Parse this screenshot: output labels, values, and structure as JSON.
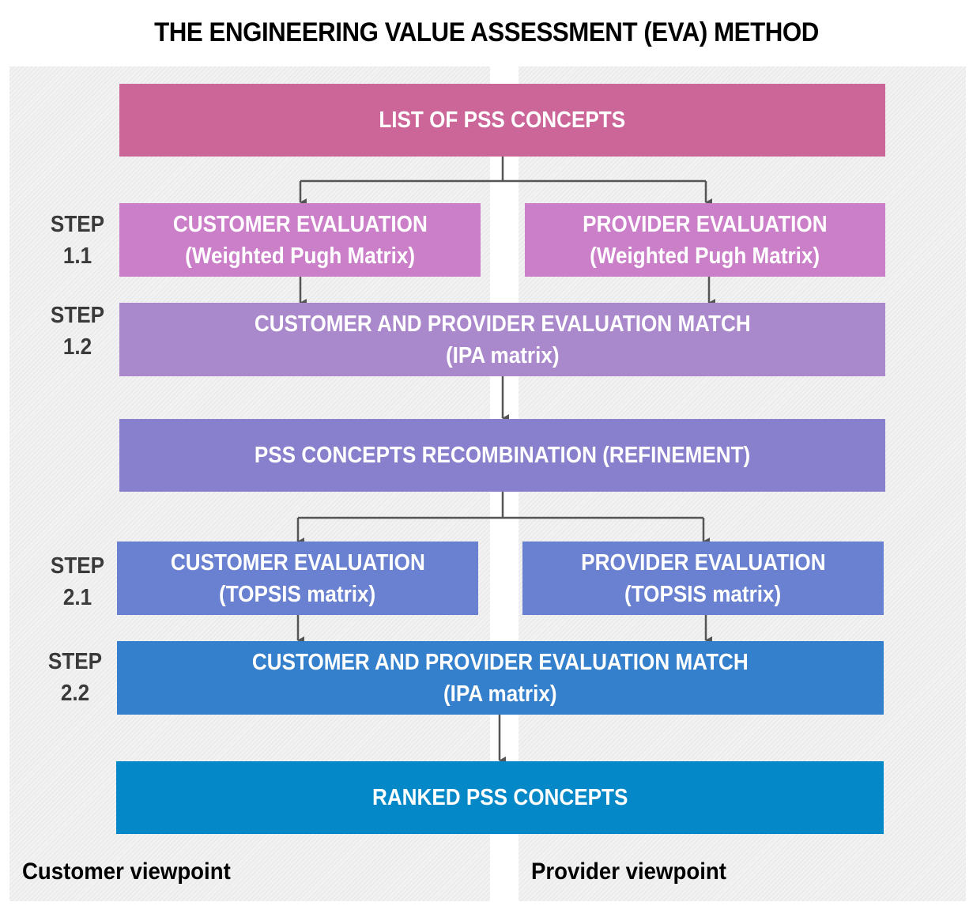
{
  "title": "THE ENGINEERING VALUE ASSESSMENT (EVA) METHOD",
  "viewpoints": {
    "customer": "Customer viewpoint",
    "provider": "Provider viewpoint"
  },
  "boxes": {
    "list": {
      "line1": "LIST OF PSS CONCEPTS",
      "color": "#cc6699"
    },
    "customer_eval_1": {
      "line1": "CUSTOMER EVALUATION",
      "line2": "(Weighted Pugh Matrix)",
      "color": "#cc7fc9"
    },
    "provider_eval_1": {
      "line1": "PROVIDER EVALUATION",
      "line2": "(Weighted Pugh Matrix)",
      "color": "#cc7fc9"
    },
    "match_1": {
      "line1": "CUSTOMER AND PROVIDER EVALUATION MATCH",
      "line2": "(IPA matrix)",
      "color": "#aa88cc"
    },
    "recombination": {
      "line1": "PSS CONCEPTS RECOMBINATION (REFINEMENT)",
      "color": "#8880cc"
    },
    "customer_eval_2": {
      "line1": "CUSTOMER EVALUATION",
      "line2": "(TOPSIS matrix)",
      "color": "#6a80d0"
    },
    "provider_eval_2": {
      "line1": "PROVIDER EVALUATION",
      "line2": "(TOPSIS matrix)",
      "color": "#6a80d0"
    },
    "match_2": {
      "line1": "CUSTOMER AND PROVIDER EVALUATION MATCH",
      "line2": "(IPA matrix)",
      "color": "#3480cc"
    },
    "ranked": {
      "line1": "RANKED PSS CONCEPTS",
      "color": "#0488c8"
    }
  },
  "steps": {
    "s11": {
      "word": "STEP",
      "num": "1.1"
    },
    "s12": {
      "word": "STEP",
      "num": "1.2"
    },
    "s21": {
      "word": "STEP",
      "num": "2.1"
    },
    "s22": {
      "word": "STEP",
      "num": "2.2"
    }
  },
  "arrow_color": "#555555"
}
